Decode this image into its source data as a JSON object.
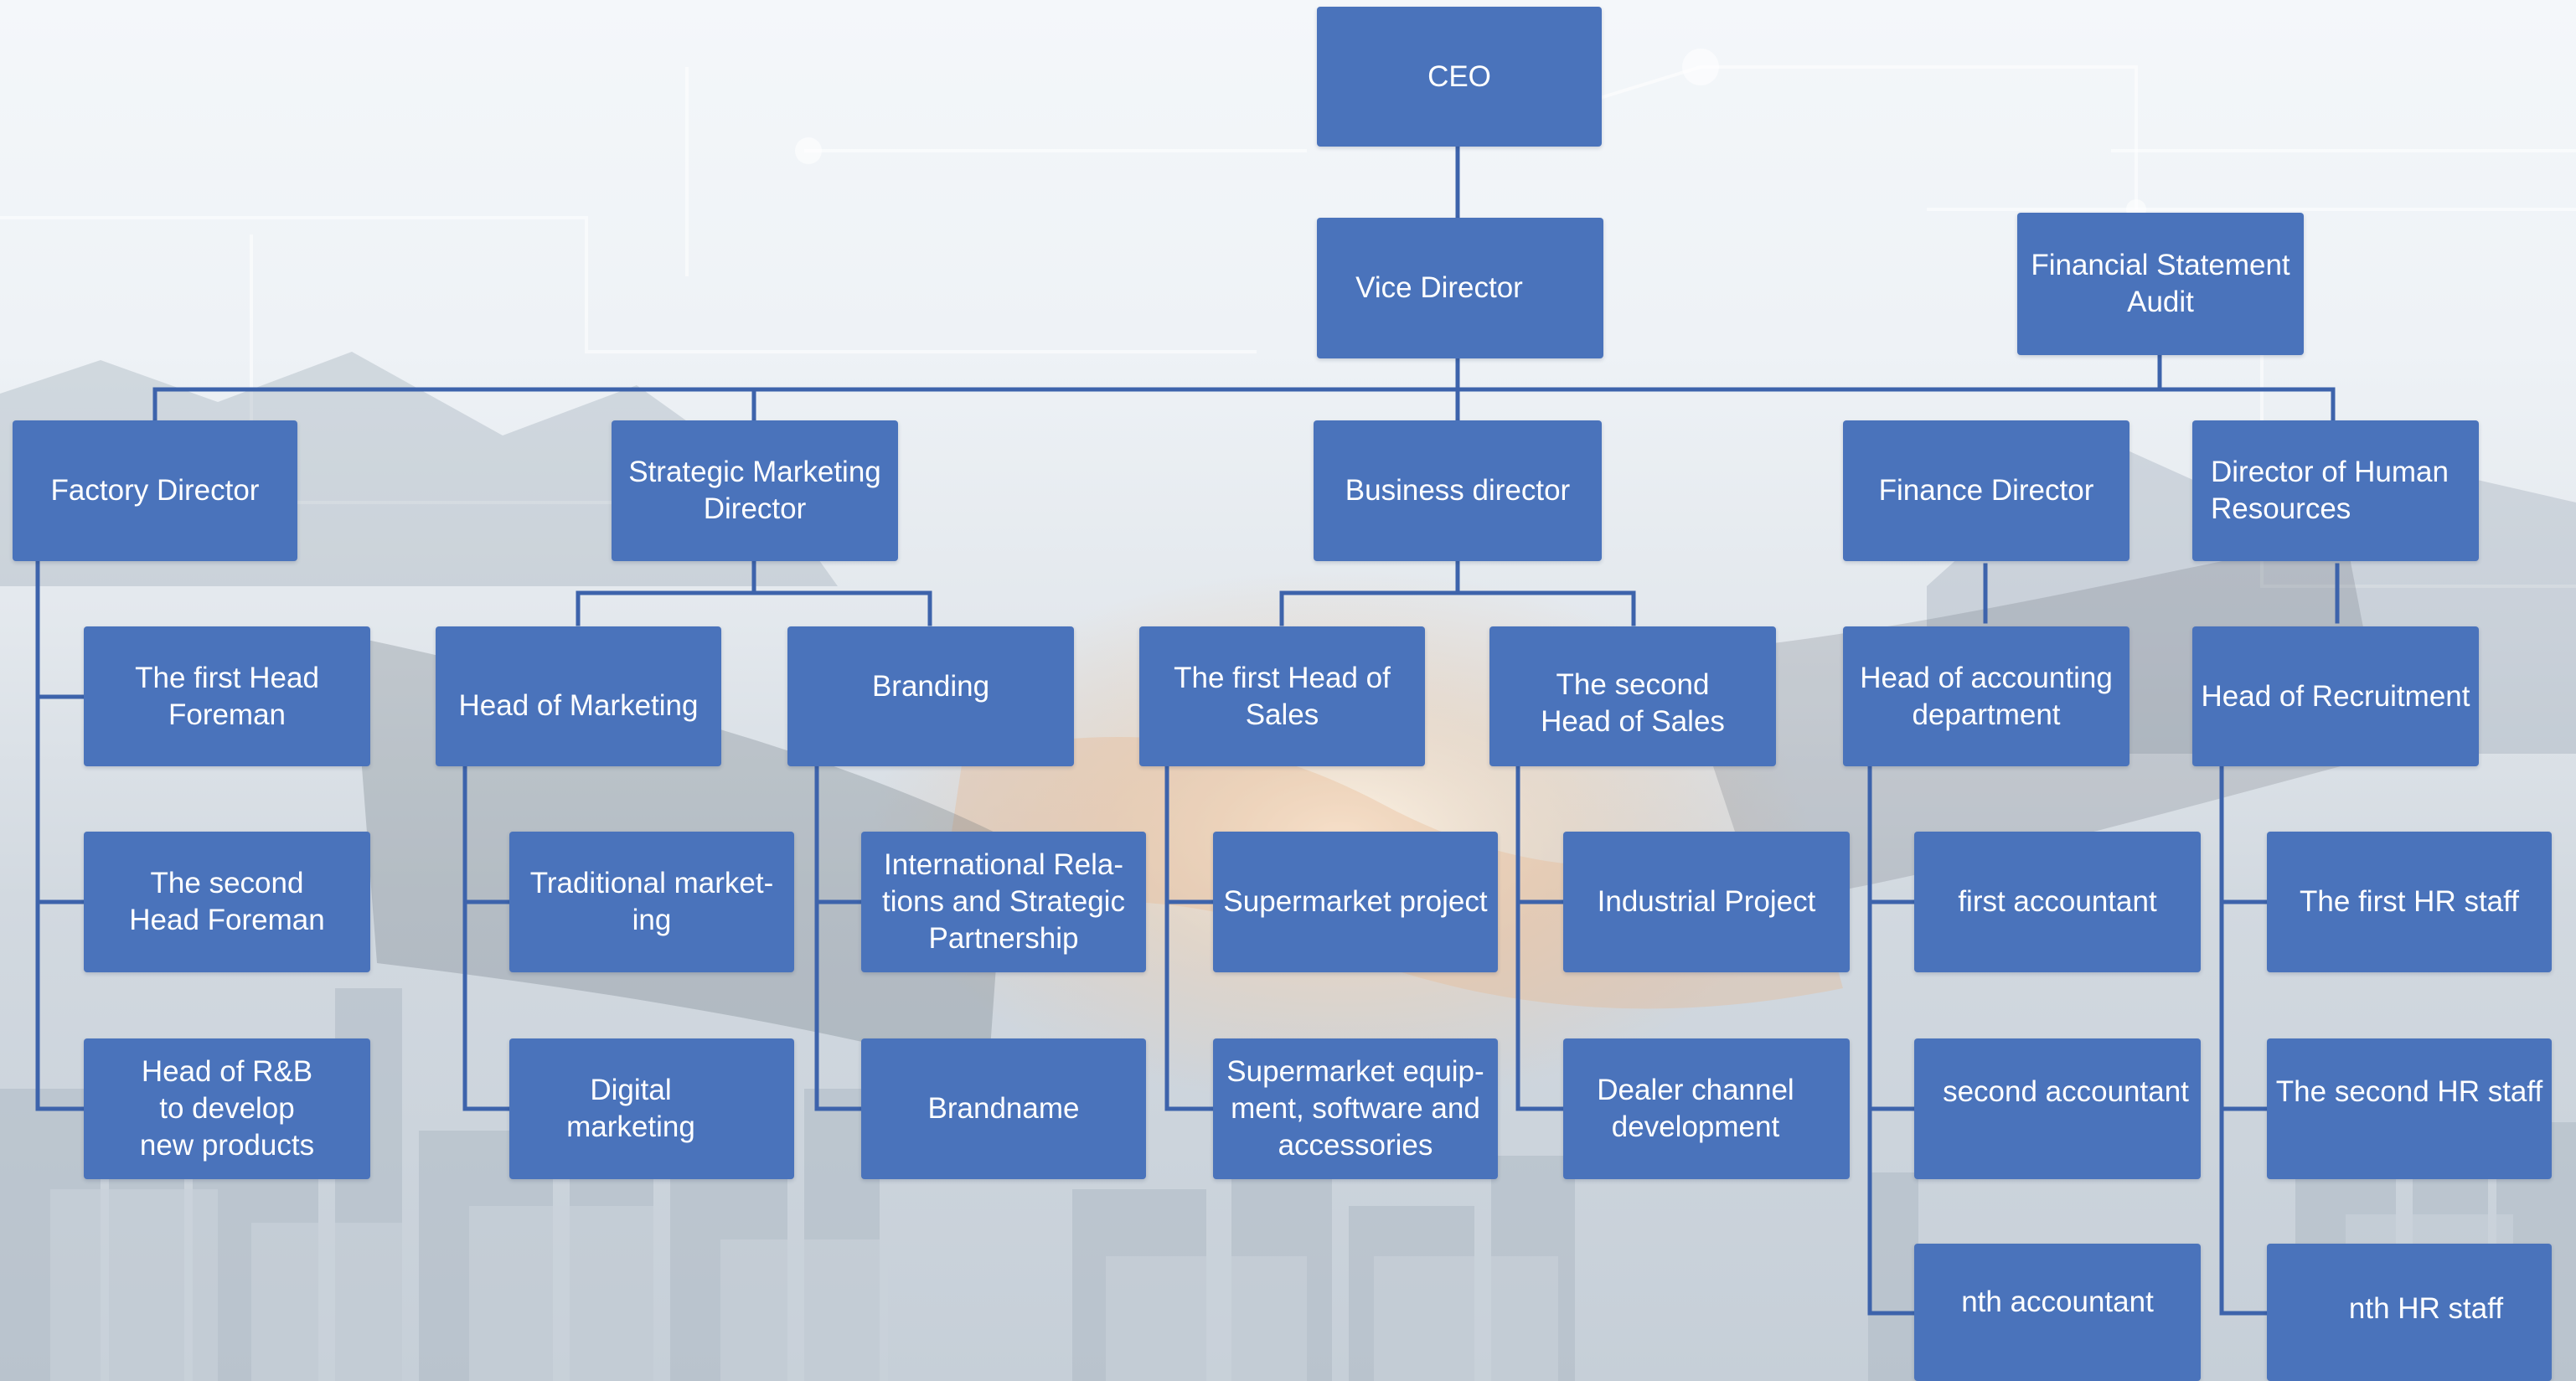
{
  "colors": {
    "node_fill": "#4a73bb",
    "node_text": "#ffffff",
    "connector": "#3d63ab"
  },
  "nodes": {
    "ceo": "CEO",
    "vice_director": "Vice Director",
    "financial_audit": "Financial Statement\nAudit",
    "factory_director": "Factory Director",
    "strategic_marketing_director": "Strategic Marketing\nDirector",
    "business_director": "Business director",
    "finance_director": "Finance Director",
    "hr_director": "Director  of  Human\nResources",
    "first_head_foreman": "The first Head\nForeman",
    "second_head_foreman": "The second\nHead Foreman",
    "head_rnb": "Head of R&B\nto develop\nnew products",
    "head_of_marketing": "Head of Marketing",
    "branding": "Branding",
    "traditional_marketing": "Traditional market-\ning",
    "digital_marketing": "Digital\nmarketing",
    "international_relations": "International Rela-\ntions and Strategic\nPartnership",
    "brandname": "Brandname",
    "first_head_sales": "The first Head of\nSales",
    "second_head_sales": "The second\nHead of Sales",
    "supermarket_project": "Supermarket project",
    "supermarket_equipment": "Supermarket equip-\nment, software and\naccessories",
    "industrial_project": "Industrial Project",
    "dealer_channel": "Dealer channel\ndevelopment",
    "head_accounting": "Head of accounting\ndepartment",
    "first_accountant": "first accountant",
    "second_accountant": "second accountant",
    "nth_accountant": "nth accountant",
    "head_recruitment": "Head of Recruitment",
    "first_hr_staff": "The first HR staff",
    "second_hr_staff": "The second HR staff",
    "nth_hr_staff": "nth HR staff"
  }
}
